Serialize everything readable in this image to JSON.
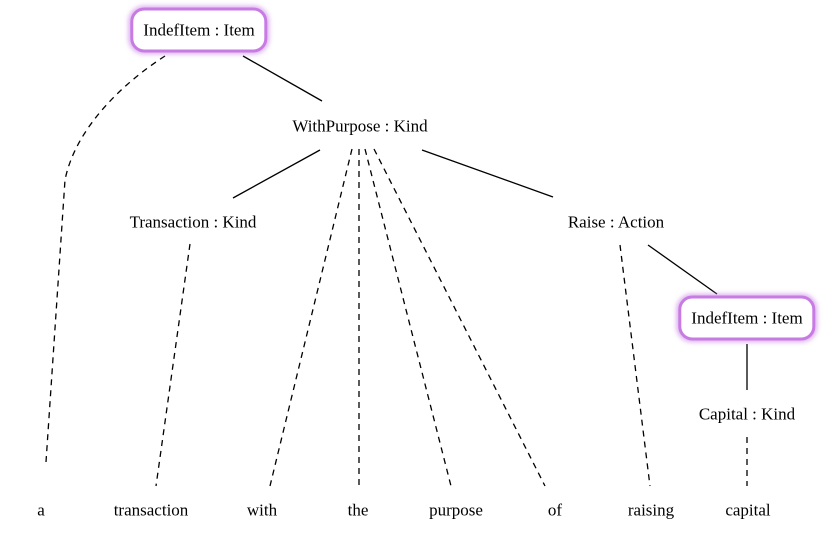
{
  "nodes": {
    "root": "IndefItem : Item",
    "withpurpose": "WithPurpose : Kind",
    "transaction": "Transaction : Kind",
    "raise": "Raise : Action",
    "indef2": "IndefItem : Item",
    "capital": "Capital : Kind"
  },
  "words": [
    "a",
    "transaction",
    "with",
    "the",
    "purpose",
    "of",
    "raising",
    "capital"
  ],
  "colors": {
    "highlight": "#c77be3",
    "line": "#000000"
  }
}
